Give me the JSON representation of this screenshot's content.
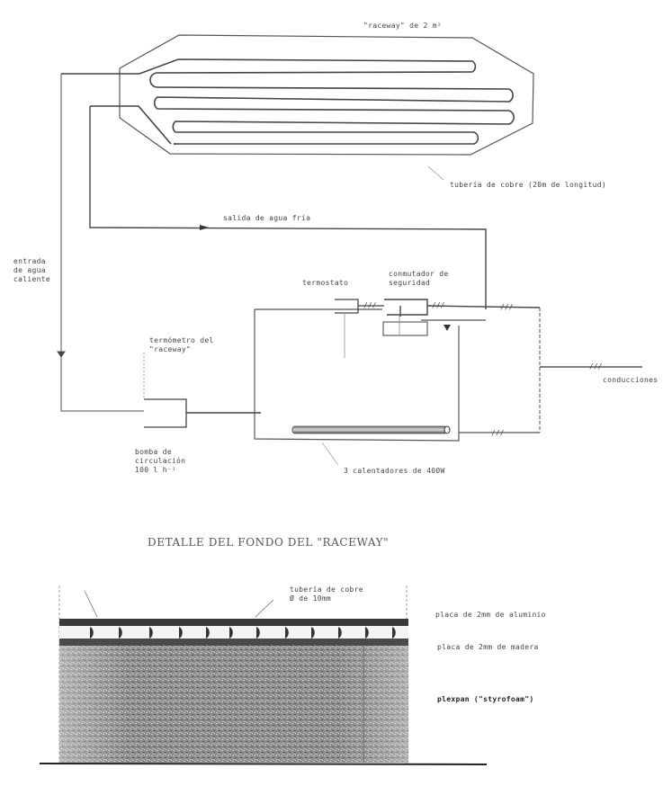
{
  "diagram": {
    "upper": {
      "raceway_label": "\"raceway\" de 2 m²",
      "copper_pipe_label": "tubería de cobre (20m de longitud)",
      "cold_outlet_label": "salida de agua fría",
      "hot_inlet_label": [
        "entrada",
        "de agua",
        "caliente"
      ],
      "thermostat_label": "termostato",
      "safety_switch_label": [
        "conmutador de",
        "seguridad"
      ],
      "raceway_thermometer_label": [
        "termómetro del",
        "\"raceway\""
      ],
      "pump_label": [
        "bomba de",
        "circulación",
        "100 l h⁻¹"
      ],
      "heaters_label": "3 calentadores de 400W",
      "wiring_label": "conducciones"
    },
    "lower": {
      "title": "DETALLE DEL FONDO DEL \"RACEWAY\"",
      "pipe_label": [
        "tubería de cobre",
        "Ø de 10mm"
      ],
      "layers": [
        {
          "label": "placa de 2mm de aluminio"
        },
        {
          "label": "placa de 2mm de madera"
        },
        {
          "label": "plexpan (\"styrofoam\")"
        }
      ],
      "pipe_count": 12
    }
  }
}
